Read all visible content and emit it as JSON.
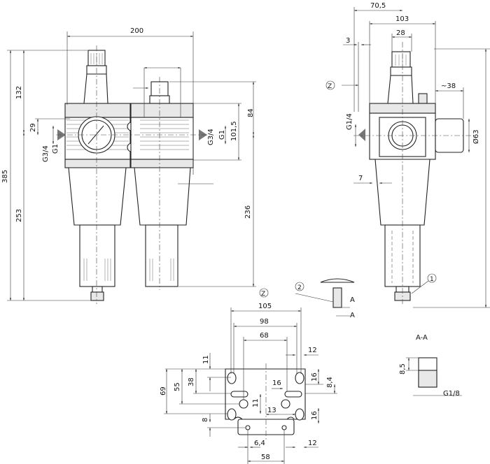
{
  "labels": {
    "w200": "200",
    "h385": "385",
    "h132": "132",
    "h253": "253",
    "h29": "29",
    "port_left_a": "G3/4",
    "port_left_b": "G1",
    "h84": "84",
    "h101": "101,5",
    "port_right_a": "G3/4",
    "port_right_b": "G1",
    "h236": "236",
    "s70": "70,5",
    "s103": "103",
    "s28": "28",
    "s3": "3",
    "s38": "~38",
    "s63": "Ø63",
    "s_g14": "G1/4",
    "s7": "7",
    "z_view": "Z",
    "z_bottom": "Z",
    "mark1": "1",
    "mark2": "2",
    "a_top": "A",
    "a_bot": "A",
    "section": "A-A",
    "sec85": "8,5",
    "sec_g18": "G1/8",
    "b105": "105",
    "b98": "98",
    "b68": "68",
    "b12a": "12",
    "b11a": "11",
    "b38": "38",
    "b55": "55",
    "b69": "69",
    "b16a": "16",
    "b16b": "16",
    "b84": "8,4",
    "b11b": "11",
    "b13": "13",
    "b16c": "16",
    "b8": "8",
    "b64": "6,4",
    "b12b": "12",
    "b58": "58"
  }
}
